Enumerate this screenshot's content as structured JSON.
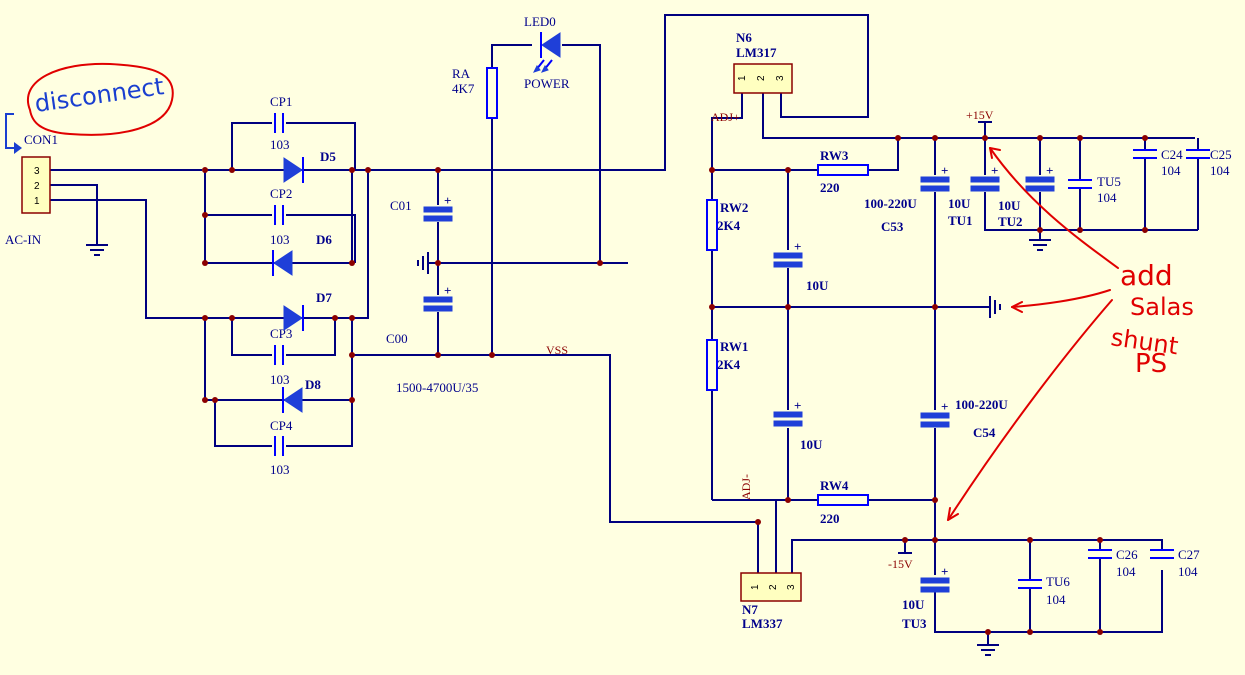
{
  "labels": {
    "con1": "CON1",
    "ac_in": "AC-IN",
    "con1_pins": [
      "3",
      "2",
      "1"
    ],
    "cp1": "CP1",
    "cp1_val": "103",
    "cp2": "CP2",
    "cp2_val": "103",
    "cp3": "CP3",
    "cp3_val": "103",
    "cp4": "CP4",
    "cp4_val": "103",
    "d5": "D5",
    "d6": "D6",
    "d7": "D7",
    "d8": "D8",
    "c01": "C01",
    "c00": "C00",
    "bulk_val": "1500-4700U/35",
    "ra": "RA",
    "ra_val": "4K7",
    "led0": "LED0",
    "power": "POWER",
    "vss": "VSS",
    "n6": "N6",
    "lm317": "LM317",
    "n6_pins": [
      "1",
      "2",
      "3"
    ],
    "adj_plus": "ADJ+",
    "n7": "N7",
    "lm337": "LM337",
    "n7_pins": [
      "1",
      "2",
      "3"
    ],
    "adj_minus": "ADJ-",
    "rw3": "RW3",
    "rw3_val": "220",
    "rw4": "RW4",
    "rw4_val": "220",
    "rw2": "RW2",
    "rw2_val": "2K4",
    "rw1": "RW1",
    "rw1_val": "2K4",
    "cap_10u_a": "10U",
    "cap_10u_b": "10U",
    "c53_val": "100-220U",
    "c53": "C53",
    "c54_val": "100-220U",
    "c54": "C54",
    "tu1_val": "10U",
    "tu1": "TU1",
    "tu2_val": "10U",
    "tu2": "TU2",
    "tu3_val": "10U",
    "tu3": "TU3",
    "tu5": "TU5",
    "tu5_val": "104",
    "tu6": "TU6",
    "tu6_val": "104",
    "c24": "C24",
    "c24_val": "104",
    "c25": "C25",
    "c25_val": "104",
    "c26": "C26",
    "c26_val": "104",
    "c27": "C27",
    "c27_val": "104",
    "plus15": "+15V",
    "minus15": "-15V"
  },
  "annotations": {
    "disconnect": "disconnect",
    "add_lines": [
      "add",
      "Salas",
      "shunt",
      "PS"
    ]
  },
  "colors": {
    "background": "#ffffe1",
    "wire": "#000080",
    "component": "#0000ff",
    "junction": "#8b0000",
    "annotation_red": "#e00000",
    "annotation_blue": "#1a3fd0"
  }
}
